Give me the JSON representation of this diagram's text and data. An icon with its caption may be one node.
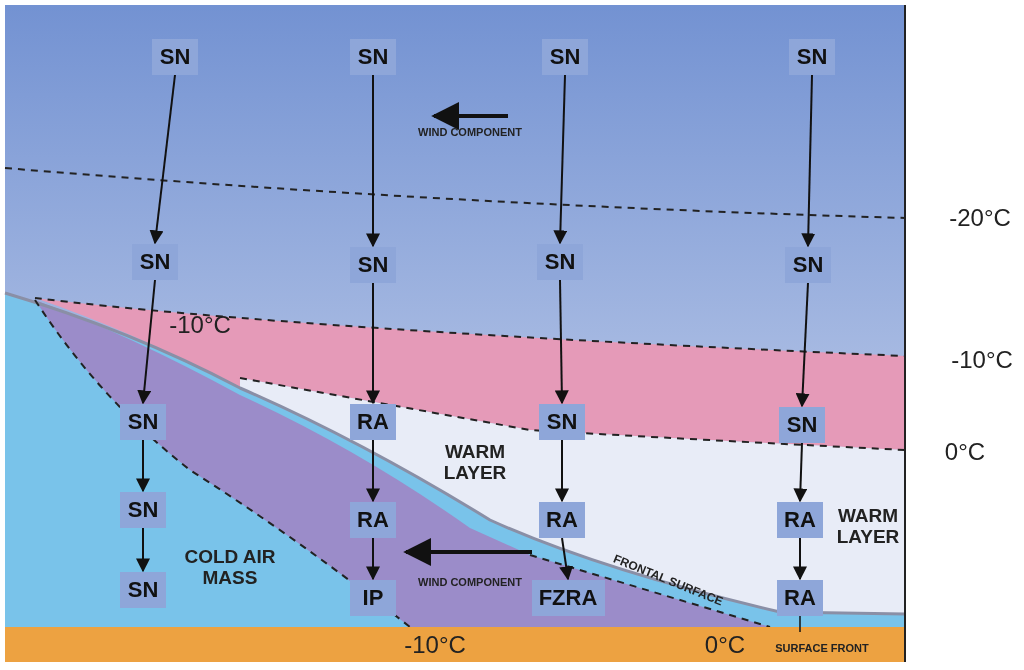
{
  "diagram": {
    "nodes": [
      {
        "text": [
          "SN"
        ]
      },
      {
        "text": [
          "SN"
        ]
      },
      {
        "text": [
          "SN"
        ]
      },
      {
        "text": [
          "SN"
        ]
      },
      {
        "text": [
          "SN"
        ]
      },
      {
        "text": [
          "SN"
        ]
      },
      {
        "text": [
          "SN"
        ]
      },
      {
        "text": [
          "SN"
        ]
      },
      {
        "text": [
          "SN"
        ]
      },
      {
        "text": [
          "RA"
        ]
      },
      {
        "text": [
          "SN"
        ]
      },
      {
        "text": [
          "SN"
        ]
      },
      {
        "text": [
          "SN"
        ]
      },
      {
        "text": [
          "RA"
        ]
      },
      {
        "text": [
          "RA"
        ]
      },
      {
        "text": [
          "RA"
        ]
      },
      {
        "text": [
          "SN"
        ]
      },
      {
        "text": [
          "IP"
        ]
      },
      {
        "text": [
          "FZRA"
        ]
      },
      {
        "text": [
          "RA"
        ]
      }
    ],
    "edges": [
      {
        "from": 0,
        "to": 4,
        "arrow": "to"
      },
      {
        "from": 4,
        "to": 8,
        "arrow": "to"
      },
      {
        "from": 8,
        "to": 12,
        "arrow": "to"
      },
      {
        "from": 12,
        "to": 16,
        "arrow": "to"
      },
      {
        "from": 1,
        "to": 5,
        "arrow": "to"
      },
      {
        "from": 5,
        "to": 9,
        "arrow": "to"
      },
      {
        "from": 9,
        "to": 13,
        "arrow": "to"
      },
      {
        "from": 13,
        "to": 17,
        "arrow": "to"
      },
      {
        "from": 2,
        "to": 6,
        "arrow": "to"
      },
      {
        "from": 6,
        "to": 10,
        "arrow": "to"
      },
      {
        "from": 10,
        "to": 14,
        "arrow": "to"
      },
      {
        "from": 14,
        "to": 18,
        "arrow": "to"
      },
      {
        "from": 3,
        "to": 7,
        "arrow": "to"
      },
      {
        "from": 7,
        "to": 11,
        "arrow": "to"
      },
      {
        "from": 11,
        "to": 15,
        "arrow": "to"
      },
      {
        "from": 15,
        "to": 19,
        "arrow": "to"
      }
    ],
    "labels": [
      "WIND COMPONENT",
      "-20°C",
      "-10°C",
      "-10°C",
      "0°C",
      "WARM LAYER",
      "WARM LAYER",
      "COLD AIR MASS",
      "WIND COMPONENT",
      "FRONTAL SURFACE",
      "-10°C",
      "0°C",
      "SURFACE FRONT"
    ]
  }
}
